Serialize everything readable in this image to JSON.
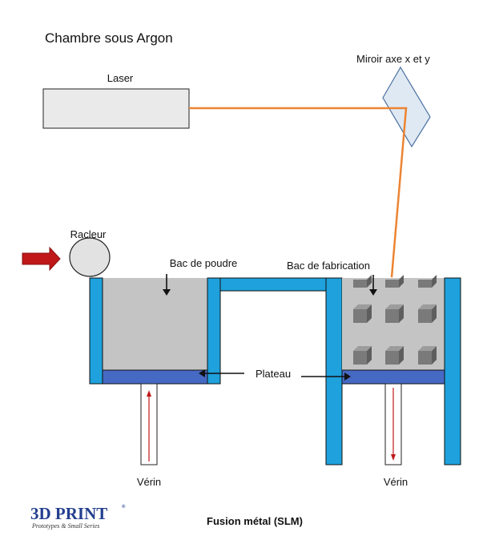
{
  "diagram": {
    "title": "Chambre sous Argon",
    "caption": "Fusion métal (SLM)",
    "labels": {
      "laser": "Laser",
      "mirror": "Miroir axe x et y",
      "recoater": "Racleur",
      "powder_bin": "Bac de poudre",
      "build_bin": "Bac de fabrication",
      "plate": "Plateau",
      "piston_left": "Vérin",
      "piston_right": "Vérin"
    },
    "logo": {
      "main_prefix": "3D",
      "main_rest": " PRINT",
      "registered": "®",
      "tagline": "Prototypes & Small Series"
    },
    "colors": {
      "wall_blue": "#1ea1dc",
      "plate_blue": "#4669c4",
      "powder_gray": "#c4c4c4",
      "laser_beam": "#ec8432",
      "arrow_red": "#c01818",
      "box_fill": "#eaeaea",
      "cube_front": "#7a7a7a",
      "cube_top": "#9c9c9c",
      "cube_side": "#5e5e5e",
      "logo_navy": "#233f8f"
    }
  }
}
